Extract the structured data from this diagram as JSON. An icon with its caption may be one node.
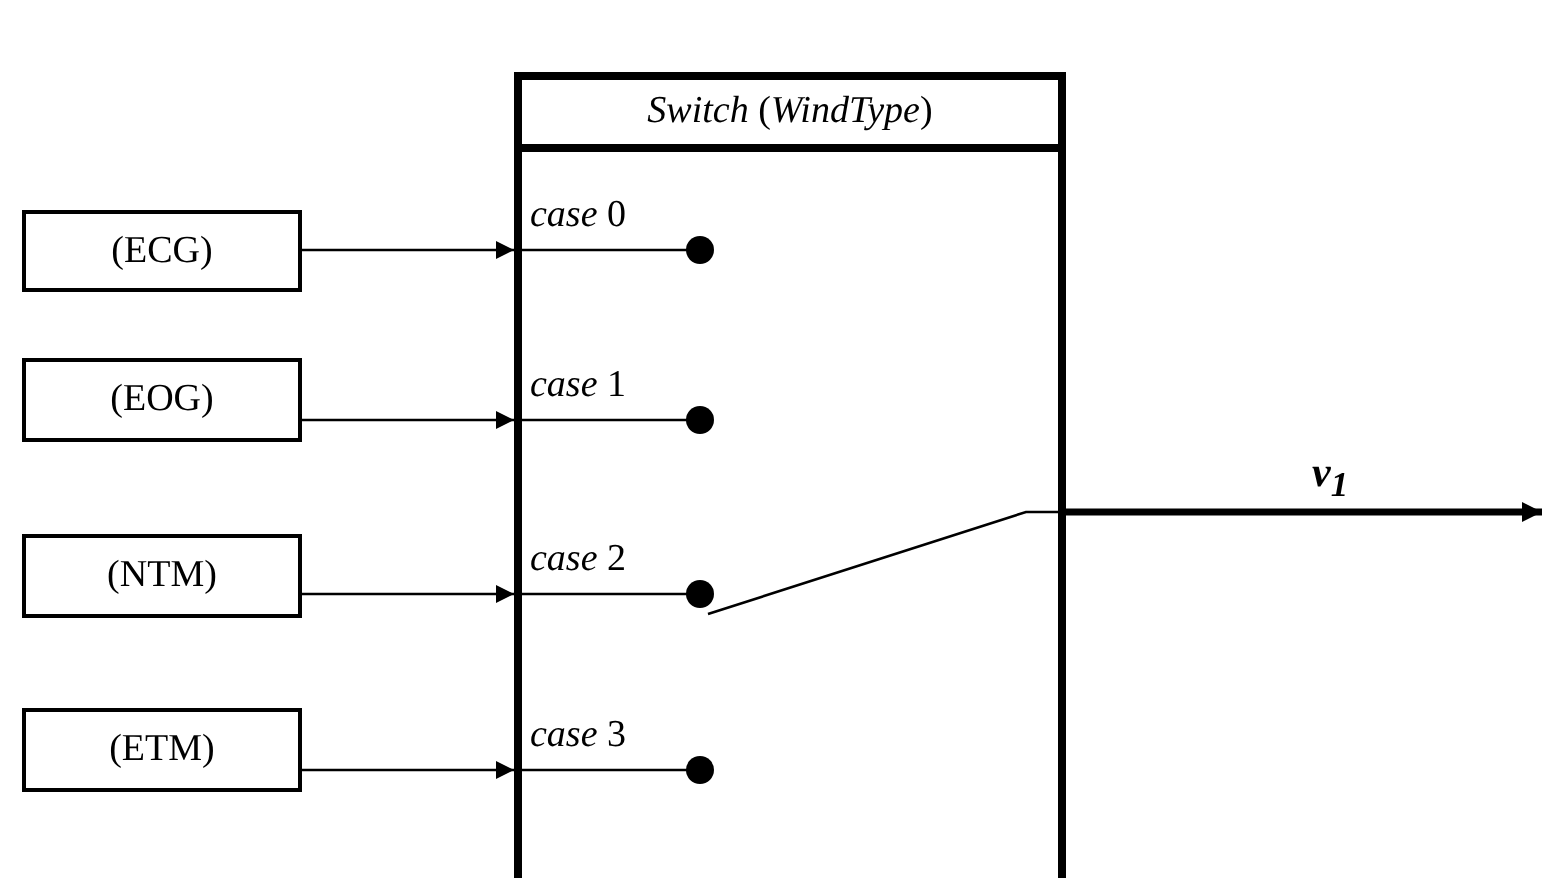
{
  "diagram": {
    "nodes": [
      {
        "text": [
          "*Switch* (*WindType*)"
        ]
      },
      {
        "text": [
          "(ECG)"
        ]
      },
      {
        "text": [
          "(EOG)"
        ]
      },
      {
        "text": [
          "(NTM)"
        ]
      },
      {
        "text": [
          "(ETM)"
        ]
      }
    ],
    "edges": [
      {
        "from": 1,
        "to": 0,
        "arrow": "to"
      },
      {
        "from": 2,
        "to": 0,
        "arrow": "to"
      },
      {
        "from": 3,
        "to": 0,
        "arrow": "to"
      },
      {
        "from": 4,
        "to": 0,
        "arrow": "to"
      },
      {
        "from": 0,
        "to": null,
        "arrow": "to",
        "label": "v$_{1}$",
        "style": "thick"
      }
    ],
    "labels": [
      "*case* 0",
      "*case* 1",
      "*case* 2",
      "*case* 3"
    ]
  }
}
